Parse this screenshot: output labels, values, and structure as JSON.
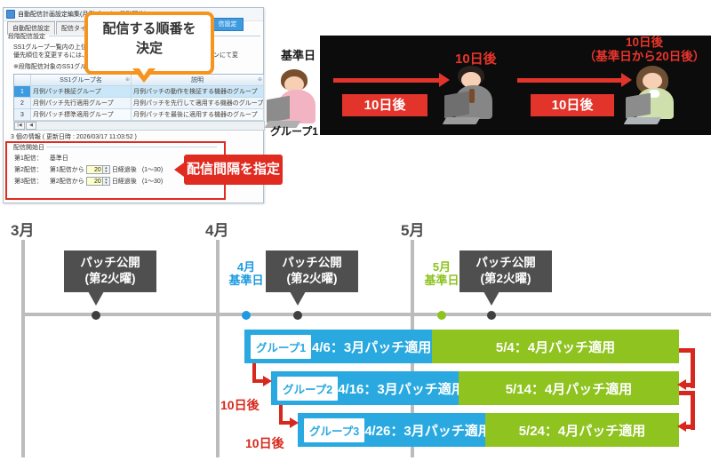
{
  "dialog": {
    "title": "自動配信計画設定編集(月例パッチの段階配信)",
    "tabs": [
      {
        "label": "自動配信設定"
      },
      {
        "label": "配信タイミング設定"
      },
      {
        "label": "信設定"
      }
    ],
    "section_title": "段階配信設定",
    "description_line1": "SS1グループ一覧内の上位行より、",
    "description_line2": "優先順位を変更するには、変更し",
    "description_line2_right": "ボタンにて変",
    "description_line3": "※段階配信対象のSS1グループは",
    "table": {
      "col_group": "SS1グループ名",
      "col_desc": "説明",
      "rows": [
        {
          "no": "1",
          "group": "月例パッチ検証グループ",
          "desc": "月例パッチの動作を検証する機器のグループ"
        },
        {
          "no": "2",
          "group": "月例パッチ先行適用グループ",
          "desc": "月例パッチを先行して適用する機器のグループ"
        },
        {
          "no": "3",
          "group": "月例パッチ標準適用グループ",
          "desc": "月例パッチを最後に適用する機器のグループ"
        }
      ]
    },
    "scroll_first": "|◀",
    "scroll_prev": "◀",
    "status_text": "3 個の情報 ( 更新日時 : 2026/03/17 11:03:52 )",
    "delivery": {
      "legend": "配信開始日",
      "l1_label": "第1配信：",
      "l1_value": "基準日",
      "l2_label": "第2配信：",
      "l2_prefix": "第1配信から",
      "l2_value": "20",
      "l2_suffix": "日経過後",
      "l2_range": "(1～30)",
      "l3_label": "第3配信：",
      "l3_prefix": "第2配信から",
      "l3_value": "20",
      "l3_suffix": "日経過後",
      "l3_range": "(1～30)",
      "spin_up": "▲",
      "spin_down": "▼"
    }
  },
  "callouts": {
    "order_line1": "配信する順番を",
    "order_line2": "決定",
    "interval": "配信間隔を指定"
  },
  "banner": {
    "person1_top": "基準日",
    "person1_bottom": "グループ1",
    "arrow1_box": "10日後",
    "person2_label": "10日後",
    "arrow2_box": "10日後",
    "person3_label_line1": "10日後",
    "person3_label_line2": "（基準日から20日後）"
  },
  "timeline": {
    "months": [
      "3月",
      "4月",
      "5月"
    ],
    "patch_release_line1": "パッチ公開",
    "patch_release_line2": "(第2火曜)",
    "base_april_line1": "4月",
    "base_april_line2": "基準日",
    "base_may_line1": "5月",
    "base_may_line2": "基準日",
    "rows": [
      {
        "group": "グループ1",
        "blue": "4/6：3月パッチ適用",
        "green": "5/4：4月パッチ適用"
      },
      {
        "group": "グループ2",
        "blue": "4/16：3月パッチ適用",
        "green": "5/14：4月パッチ適用"
      },
      {
        "group": "グループ3",
        "blue": "4/26：3月パッチ適用",
        "green": "5/24：4月パッチ適用"
      }
    ],
    "interval_label1": "10日後",
    "interval_label2": "10日後"
  },
  "colors": {
    "blue": "#29a9e0",
    "green": "#8fc31f",
    "red": "#e02b20",
    "orange": "#f7941d",
    "dark_gray": "#4f4f4f"
  }
}
